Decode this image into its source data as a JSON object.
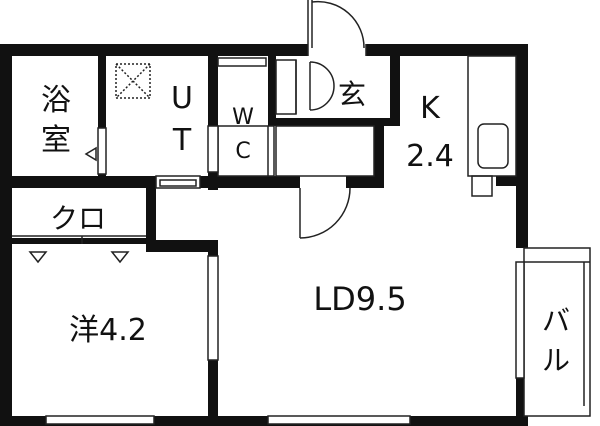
{
  "rooms": {
    "bath": {
      "line1": "浴",
      "line2": "室"
    },
    "utility": {
      "line1": "U",
      "line2": "T"
    },
    "toilet": {
      "line1": "W",
      "line2": "C"
    },
    "entrance": {
      "label": "玄"
    },
    "kitchen": {
      "line1": "K",
      "line2": "2.4"
    },
    "closet": {
      "label": "クロ"
    },
    "western": {
      "label": "洋4.2"
    },
    "living_dining": {
      "label": "LD9.5"
    },
    "balcony": {
      "line1": "バ",
      "line2": "ル"
    }
  },
  "colors": {
    "wall": "#111111",
    "line": "#222222",
    "background": "#ffffff"
  }
}
